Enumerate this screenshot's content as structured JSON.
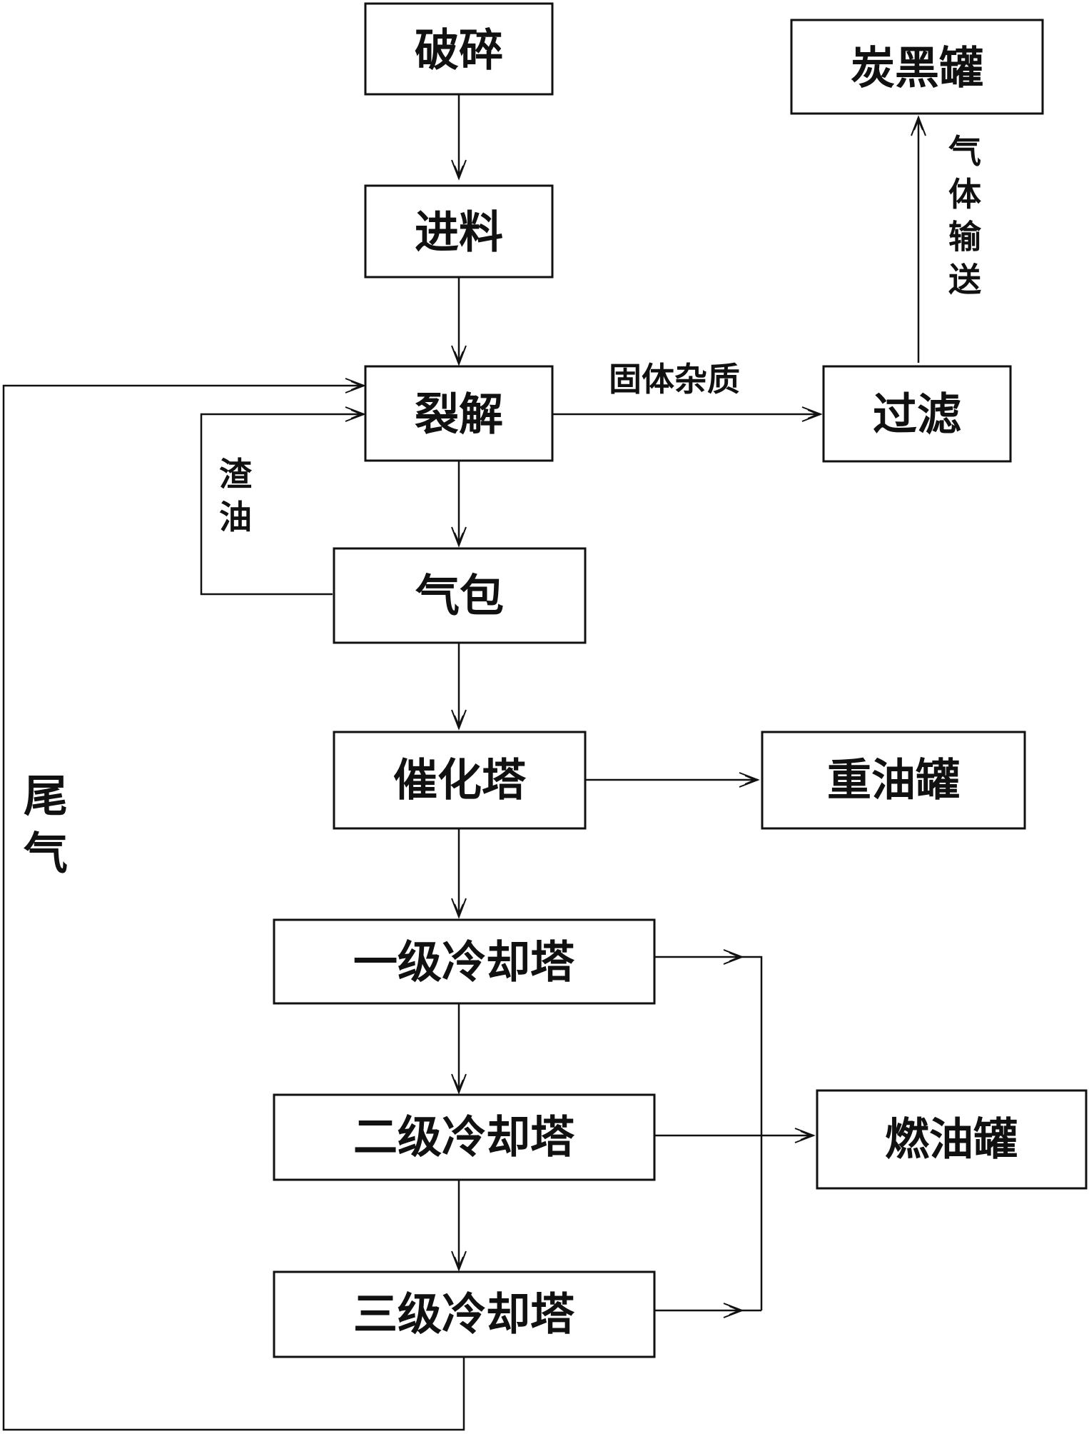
{
  "nodes": {
    "crush": "破碎",
    "feed": "进料",
    "pyrolysis": "裂解",
    "filter": "过滤",
    "carbon_black_tank": "炭黑罐",
    "steam_drum": "气包",
    "catalytic_tower": "催化塔",
    "heavy_oil_tank": "重油罐",
    "cooling_tower_1": "一级冷却塔",
    "cooling_tower_2": "二级冷却塔",
    "cooling_tower_3": "三级冷却塔",
    "fuel_oil_tank": "燃油罐"
  },
  "edge_labels": {
    "solid_impurities": "固体杂质",
    "gas_transport": "气体输送",
    "residue_oil": "渣油",
    "tail_gas": "尾气"
  }
}
